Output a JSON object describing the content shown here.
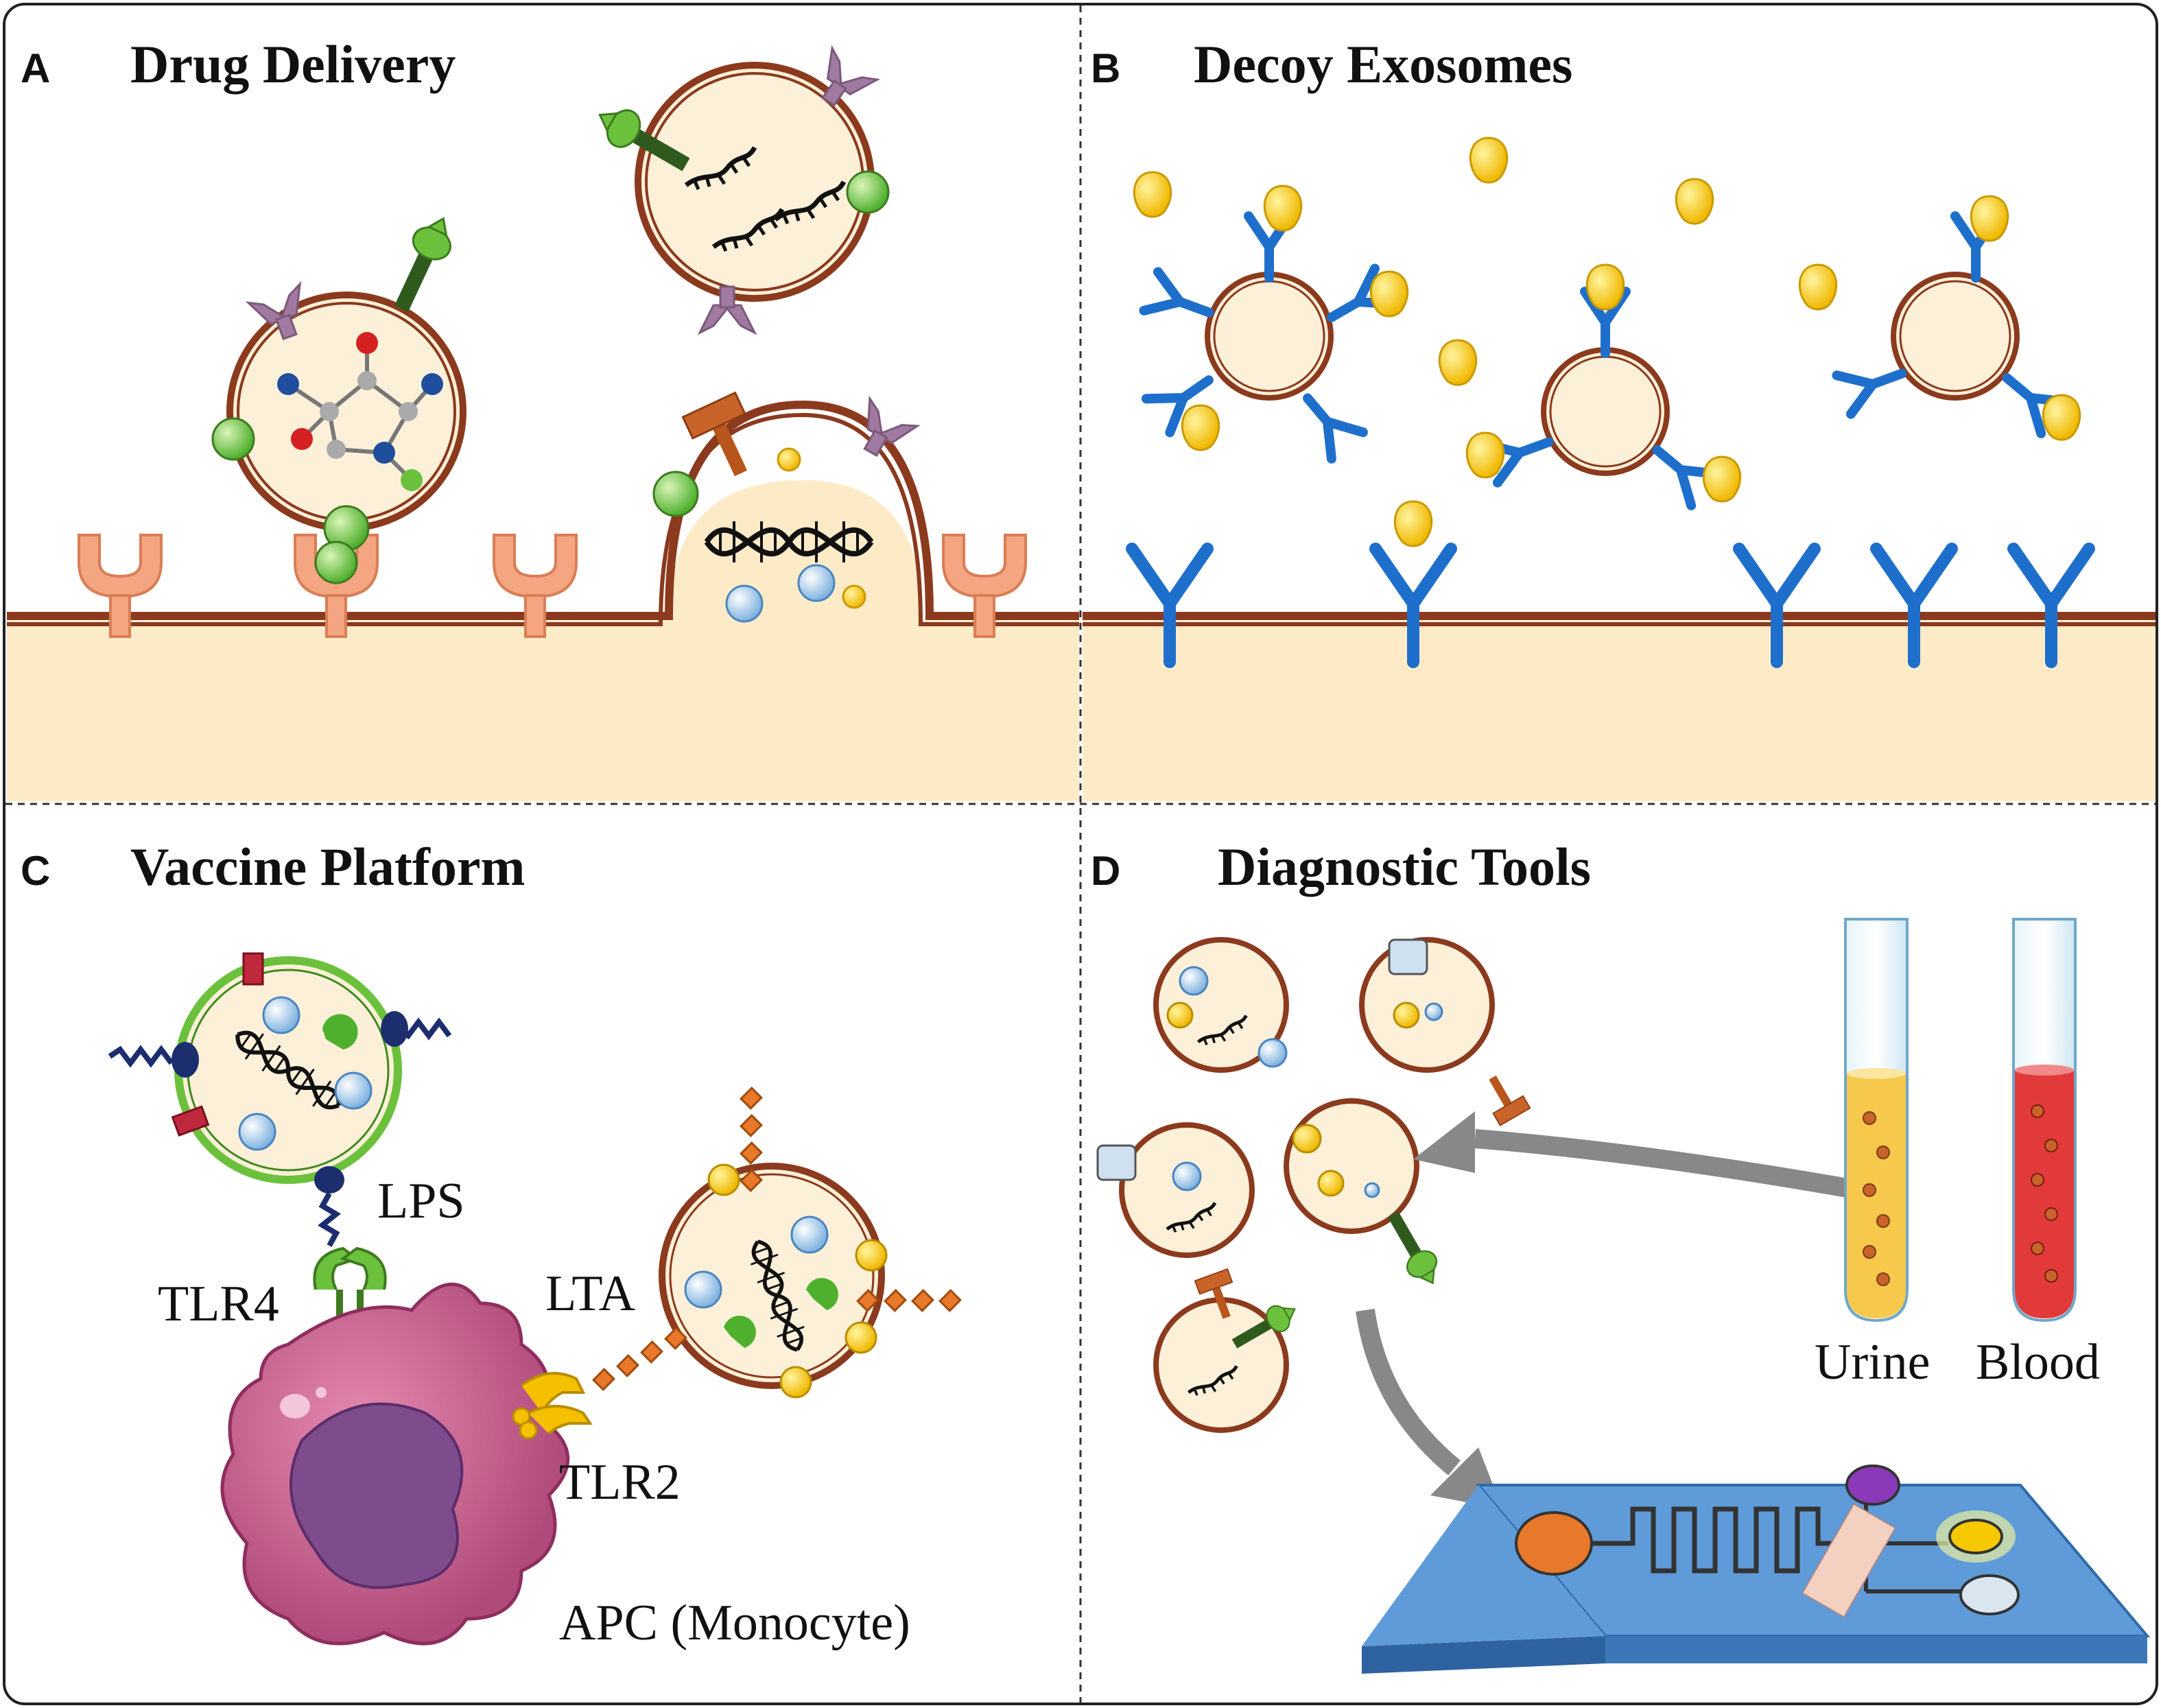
{
  "panels": {
    "a": {
      "letter": "A",
      "title": "Drug Delivery"
    },
    "b": {
      "letter": "B",
      "title": "Decoy Exosomes"
    },
    "c": {
      "letter": "C",
      "title": "Vaccine Platform"
    },
    "d": {
      "letter": "D",
      "title": "Diagnostic Tools"
    }
  },
  "labels": {
    "lps": "LPS",
    "tlr4": "TLR4",
    "lta": "LTA",
    "tlr2": "TLR2",
    "apc": "APC (Monocyte)",
    "urine": "Urine",
    "blood": "Blood"
  },
  "colors": {
    "membrane": "#8B3A1E",
    "vesicle_fill": "#FDF0D8",
    "cytoplasm": "#FDEBC8",
    "receptor_orange": "#F4A582",
    "antibody_blue": "#1E6FCC",
    "toxin_yellow": "#F5C800",
    "ligand_green": "#6BC13C",
    "ligand_purple": "#A07AA0",
    "apc_magenta": "#C45A8A",
    "urine": "#F6C84C",
    "blood": "#E23A3A",
    "chip": "#5E9BD8"
  }
}
